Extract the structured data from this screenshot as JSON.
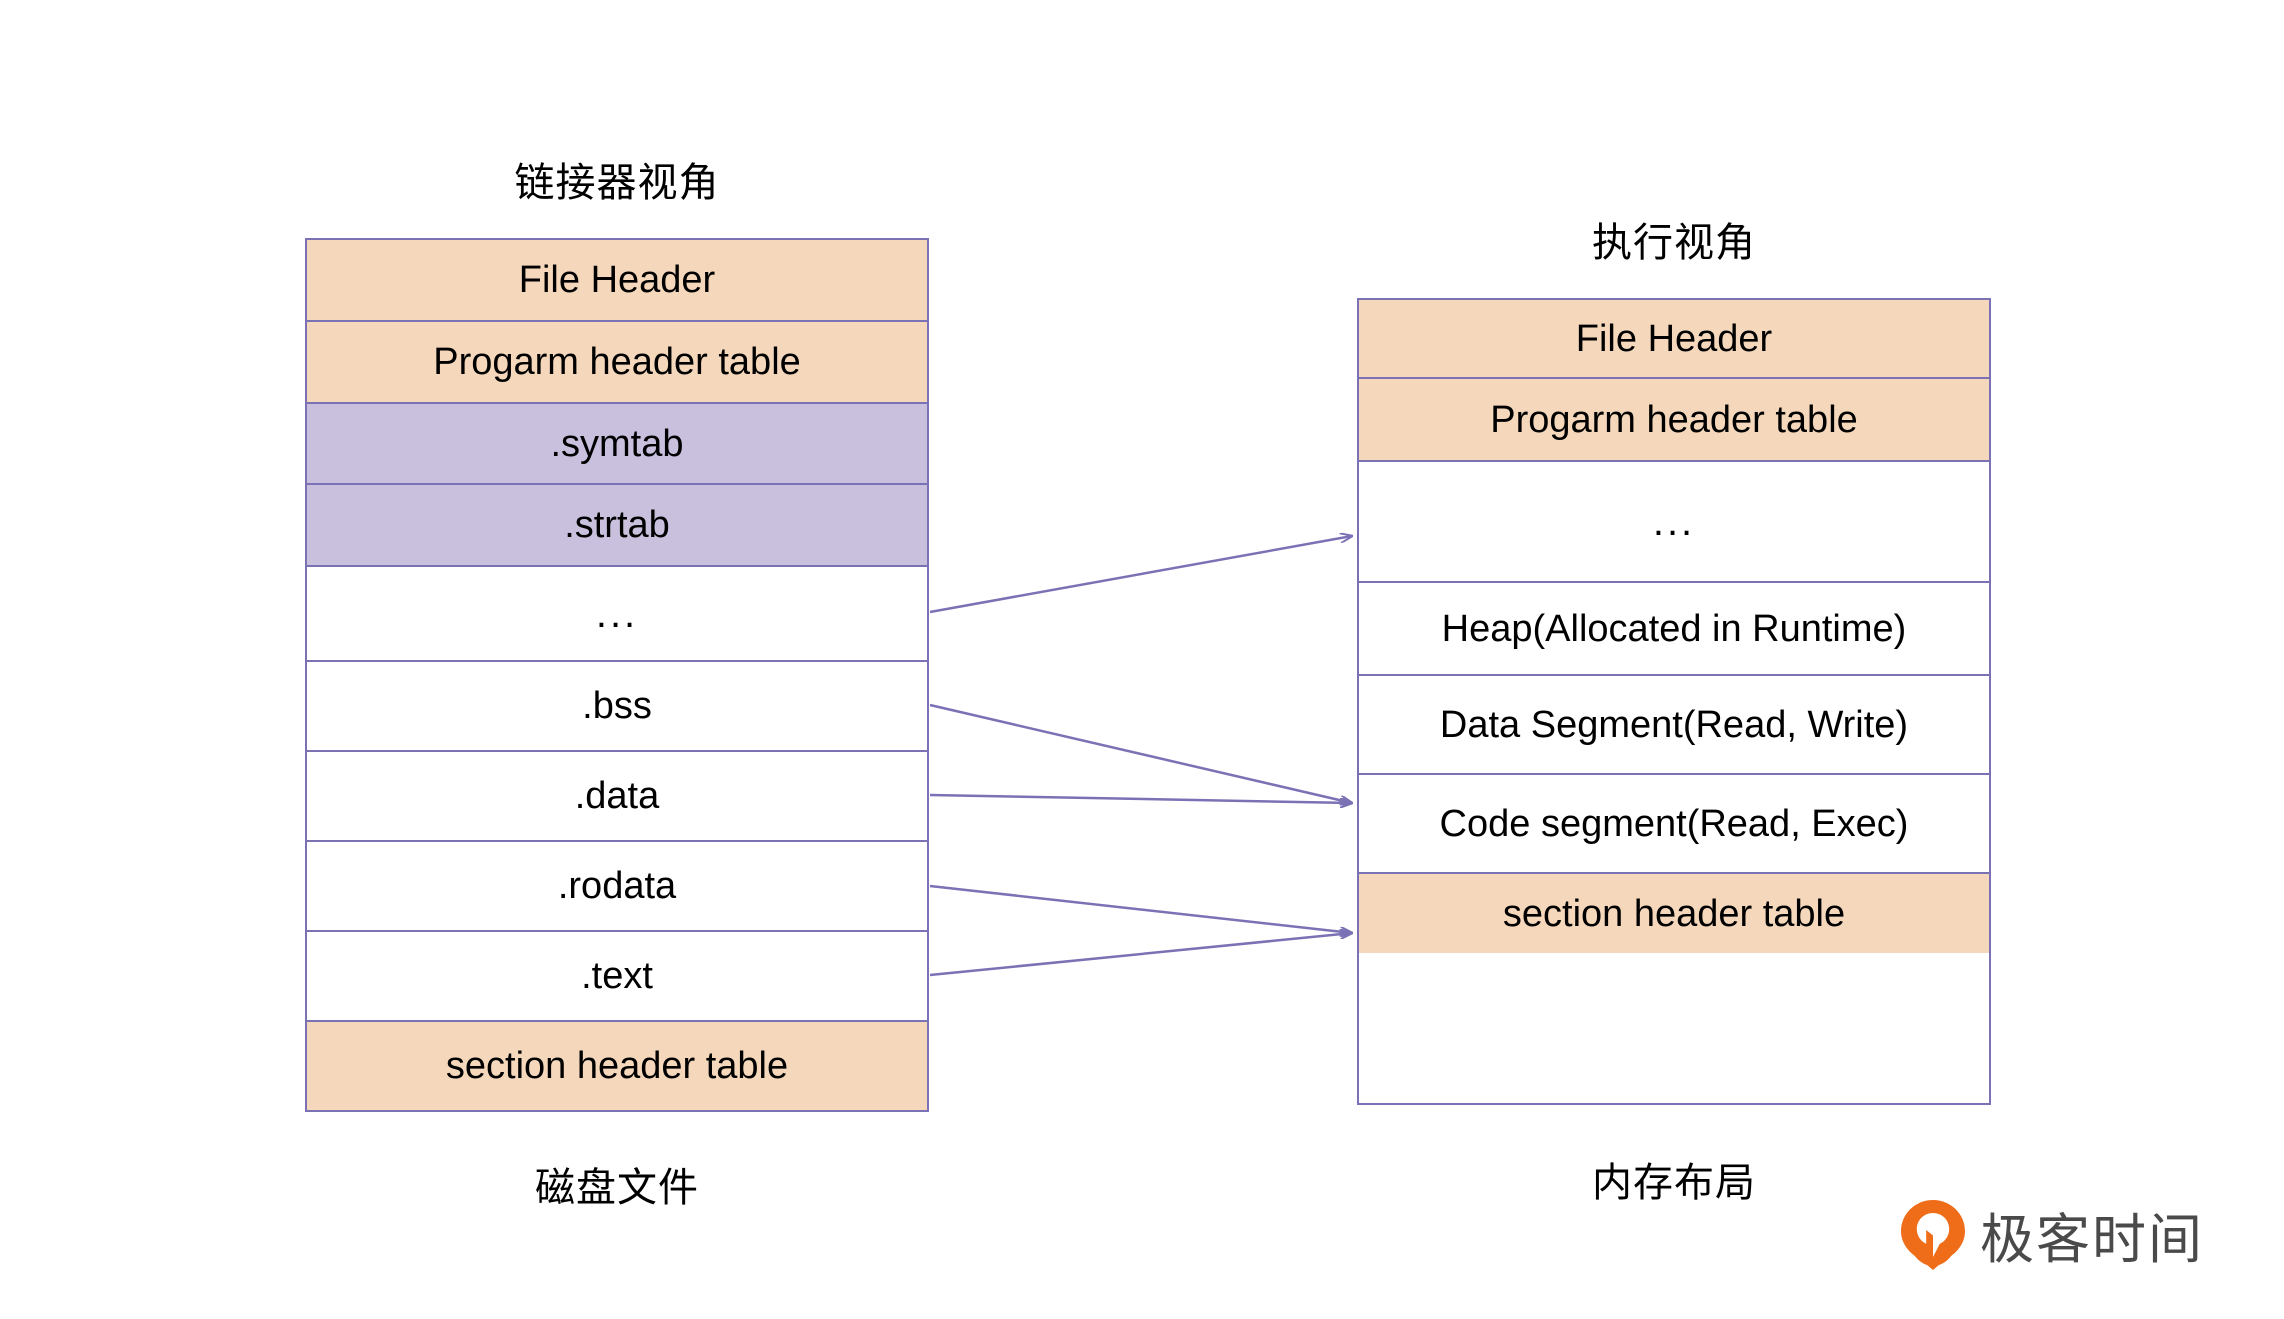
{
  "captions": {
    "linker_view": "链接器视角",
    "disk_file": "磁盘文件",
    "exec_view": "执行视角",
    "memory_layout": "内存布局"
  },
  "linker_table": {
    "rows": [
      {
        "label": "File Header",
        "fill": "peach"
      },
      {
        "label": "Progarm header table",
        "fill": "peach"
      },
      {
        "label": ".symtab",
        "fill": "purple"
      },
      {
        "label": ".strtab",
        "fill": "purple"
      },
      {
        "label": "...",
        "fill": "white"
      },
      {
        "label": ".bss",
        "fill": "white"
      },
      {
        "label": ".data",
        "fill": "white"
      },
      {
        "label": ".rodata",
        "fill": "white"
      },
      {
        "label": ".text",
        "fill": "white"
      },
      {
        "label": "section header table",
        "fill": "peach"
      }
    ]
  },
  "exec_table": {
    "rows": [
      {
        "label": "File Header",
        "fill": "peach"
      },
      {
        "label": "Progarm header table",
        "fill": "peach"
      },
      {
        "label": "...",
        "fill": "white"
      },
      {
        "label": "Heap(Allocated in Runtime)",
        "fill": "white"
      },
      {
        "label": "Data Segment(Read, Write)",
        "fill": "white"
      },
      {
        "label": "Code segment(Read, Exec)",
        "fill": "white"
      },
      {
        "label": "section header table",
        "fill": "peach"
      }
    ]
  },
  "mappings": [
    {
      "from": "...",
      "to": "..."
    },
    {
      "from": ".bss",
      "to": "Data Segment(Read, Write)"
    },
    {
      "from": ".data",
      "to": "Data Segment(Read, Write)"
    },
    {
      "from": ".rodata",
      "to": "Code segment(Read, Exec)"
    },
    {
      "from": ".text",
      "to": "Code segment(Read, Exec)"
    }
  ],
  "logo": {
    "text": "极客时间",
    "mark_color": "#ef6c19",
    "text_color": "#4a4a4a"
  },
  "colors": {
    "border": "#7b71b5",
    "peach": "#f5d8bc",
    "purple": "#c9c0dd",
    "arrow": "#7b71b5",
    "background": "#ffffff"
  }
}
